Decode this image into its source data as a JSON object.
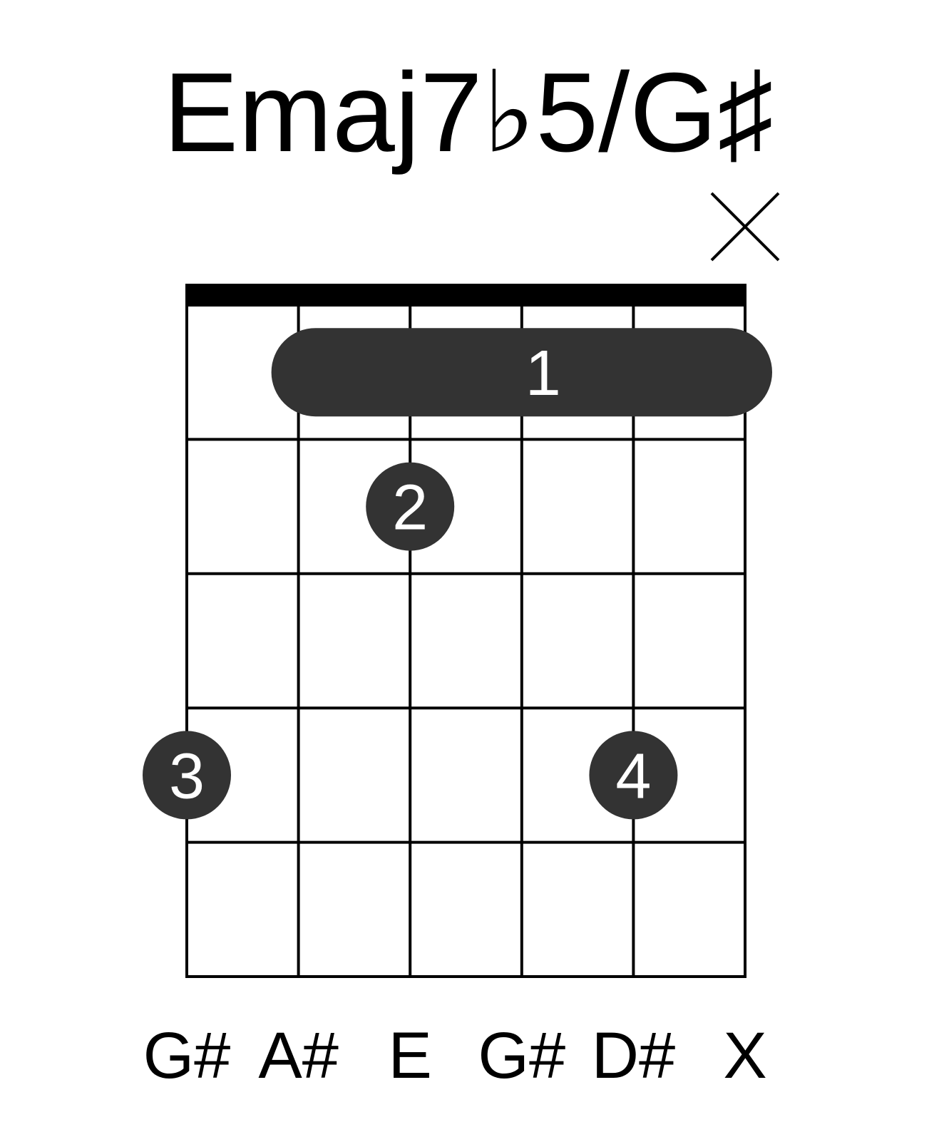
{
  "chord": {
    "name": "Emaj7♭5/G♯"
  },
  "strings": {
    "count": 6,
    "note_labels": [
      "G#",
      "A#",
      "E",
      "G#",
      "D#",
      "X"
    ],
    "muted": [
      6
    ]
  },
  "frets": {
    "count": 5,
    "nut_shown": true
  },
  "fingerings": {
    "barre": {
      "finger": "1",
      "fret": 1,
      "from_string": 2,
      "to_string": 6
    },
    "dots": [
      {
        "finger": "2",
        "fret": 2,
        "string": 3
      },
      {
        "finger": "3",
        "fret": 4,
        "string": 1
      },
      {
        "finger": "4",
        "fret": 4,
        "string": 5
      }
    ]
  },
  "colors": {
    "grid": "#000000",
    "marker": "#333333",
    "marker_text": "#ffffff",
    "background": "#ffffff"
  }
}
